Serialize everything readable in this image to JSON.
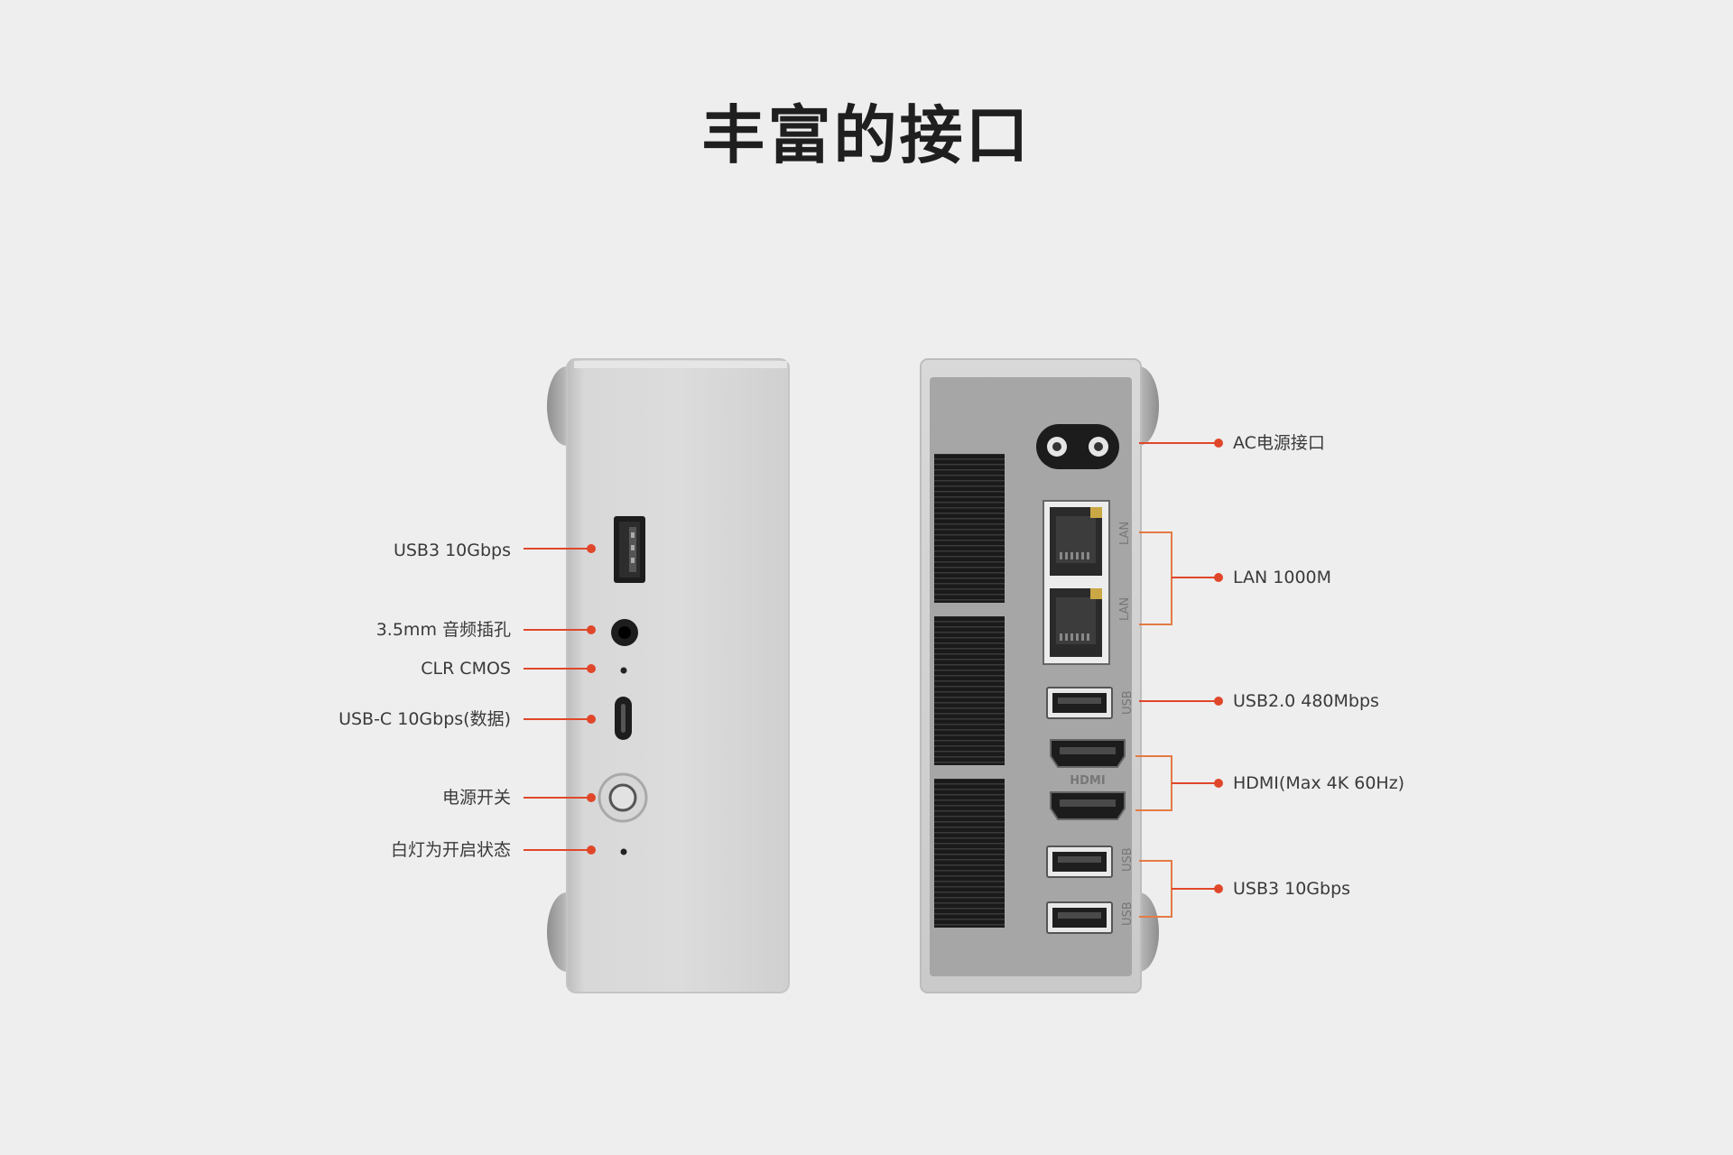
{
  "title": "丰富的接口",
  "front_panel": {
    "ports": [
      {
        "id": "usb3-a",
        "label": "USB3 10Gbps",
        "icon": "usb-a-port-icon"
      },
      {
        "id": "audio-jack",
        "label": "3.5mm 音频插孔",
        "icon": "audio-jack-icon"
      },
      {
        "id": "clr-cmos",
        "label": "CLR CMOS",
        "icon": "pinhole-icon"
      },
      {
        "id": "usb-c",
        "label": "USB-C 10Gbps(数据)",
        "icon": "usb-c-port-icon"
      },
      {
        "id": "power-button",
        "label": "电源开关",
        "icon": "power-button-icon"
      },
      {
        "id": "power-led",
        "label": "白灯为开启状态",
        "icon": "led-indicator-icon"
      }
    ]
  },
  "rear_panel": {
    "ports": [
      {
        "id": "ac-power",
        "label": "AC电源接口",
        "icon": "ac-power-socket-icon"
      },
      {
        "id": "lan",
        "label": "LAN 1000M",
        "icon": "rj45-port-icon"
      },
      {
        "id": "usb2",
        "label": "USB2.0 480Mbps",
        "icon": "usb-a-port-icon"
      },
      {
        "id": "hdmi",
        "label": "HDMI(Max 4K 60Hz)",
        "icon": "hdmi-port-icon"
      },
      {
        "id": "usb3-rear",
        "label": "USB3 10Gbps",
        "icon": "usb-a-port-icon"
      }
    ],
    "port_markings": {
      "lan": "LAN",
      "usb": "USB",
      "hdmi": "HDMI"
    }
  },
  "colors": {
    "background": "#eeeeee",
    "leader_line": "#e0472a",
    "bracket": "#e37b45",
    "chassis": "#c9c9c9"
  }
}
